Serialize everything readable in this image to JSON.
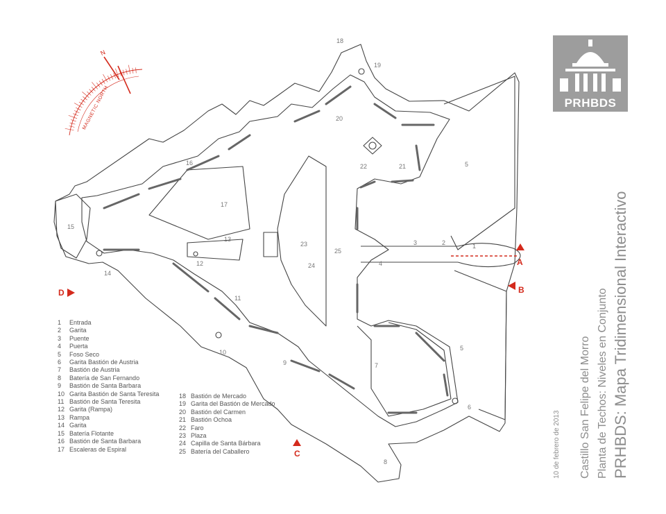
{
  "logo": {
    "text": "PRHBDS",
    "icon": "el-morro-dome-logo"
  },
  "title": {
    "main": "PRHBDS: Mapa Tridimensional Interactivo",
    "subtitle1": "Castillo San Felipe del Morro",
    "subtitle2": "Planta de Techos: Niveles en Conjunto",
    "date": "10 de febrero de 2013"
  },
  "compass": {
    "north": "N",
    "label": "MAGNETIC NORTH",
    "color": "#d42a1c"
  },
  "section_markers": {
    "a": "A",
    "b": "B",
    "c": "C",
    "d": "D"
  },
  "legend_left": [
    {
      "n": "1",
      "label": "Entrada"
    },
    {
      "n": "2",
      "label": "Garita"
    },
    {
      "n": "3",
      "label": "Puente"
    },
    {
      "n": "4",
      "label": "Puerta"
    },
    {
      "n": "5",
      "label": "Foso Seco"
    },
    {
      "n": "6",
      "label": "Garita Bastión de Austria"
    },
    {
      "n": "7",
      "label": "Bastión de Austria"
    },
    {
      "n": "8",
      "label": "Batería de San Fernando"
    },
    {
      "n": "9",
      "label": "Bastión de Santa Barbara"
    },
    {
      "n": "10",
      "label": "Garita Bastión de Santa Teresita"
    },
    {
      "n": "11",
      "label": "Bastión de Santa Teresita"
    },
    {
      "n": "12",
      "label": "Garita (Rampa)"
    },
    {
      "n": "13",
      "label": "Rampa"
    },
    {
      "n": "14",
      "label": "Garita"
    },
    {
      "n": "15",
      "label": "Batería Flotante"
    },
    {
      "n": "16",
      "label": "Bastión de Santa Barbara"
    },
    {
      "n": "17",
      "label": "Escaleras de Espiral"
    }
  ],
  "legend_right": [
    {
      "n": "18",
      "label": "Bastión de Mercado"
    },
    {
      "n": "19",
      "label": "Garita del Bastión de Mercado"
    },
    {
      "n": "20",
      "label": "Bastión del Carmen"
    },
    {
      "n": "21",
      "label": "Bastión Ochoa"
    },
    {
      "n": "22",
      "label": "Faro"
    },
    {
      "n": "23",
      "label": "Plaza"
    },
    {
      "n": "24",
      "label": "Capilla de Santa Bárbara"
    },
    {
      "n": "25",
      "label": "Batería del Caballero"
    }
  ],
  "map_labels": [
    "1",
    "2",
    "3",
    "4",
    "5",
    "5",
    "6",
    "7",
    "8",
    "9",
    "10",
    "11",
    "12",
    "13",
    "14",
    "15",
    "16",
    "17",
    "18",
    "19",
    "20",
    "21",
    "22",
    "23",
    "24",
    "25"
  ]
}
